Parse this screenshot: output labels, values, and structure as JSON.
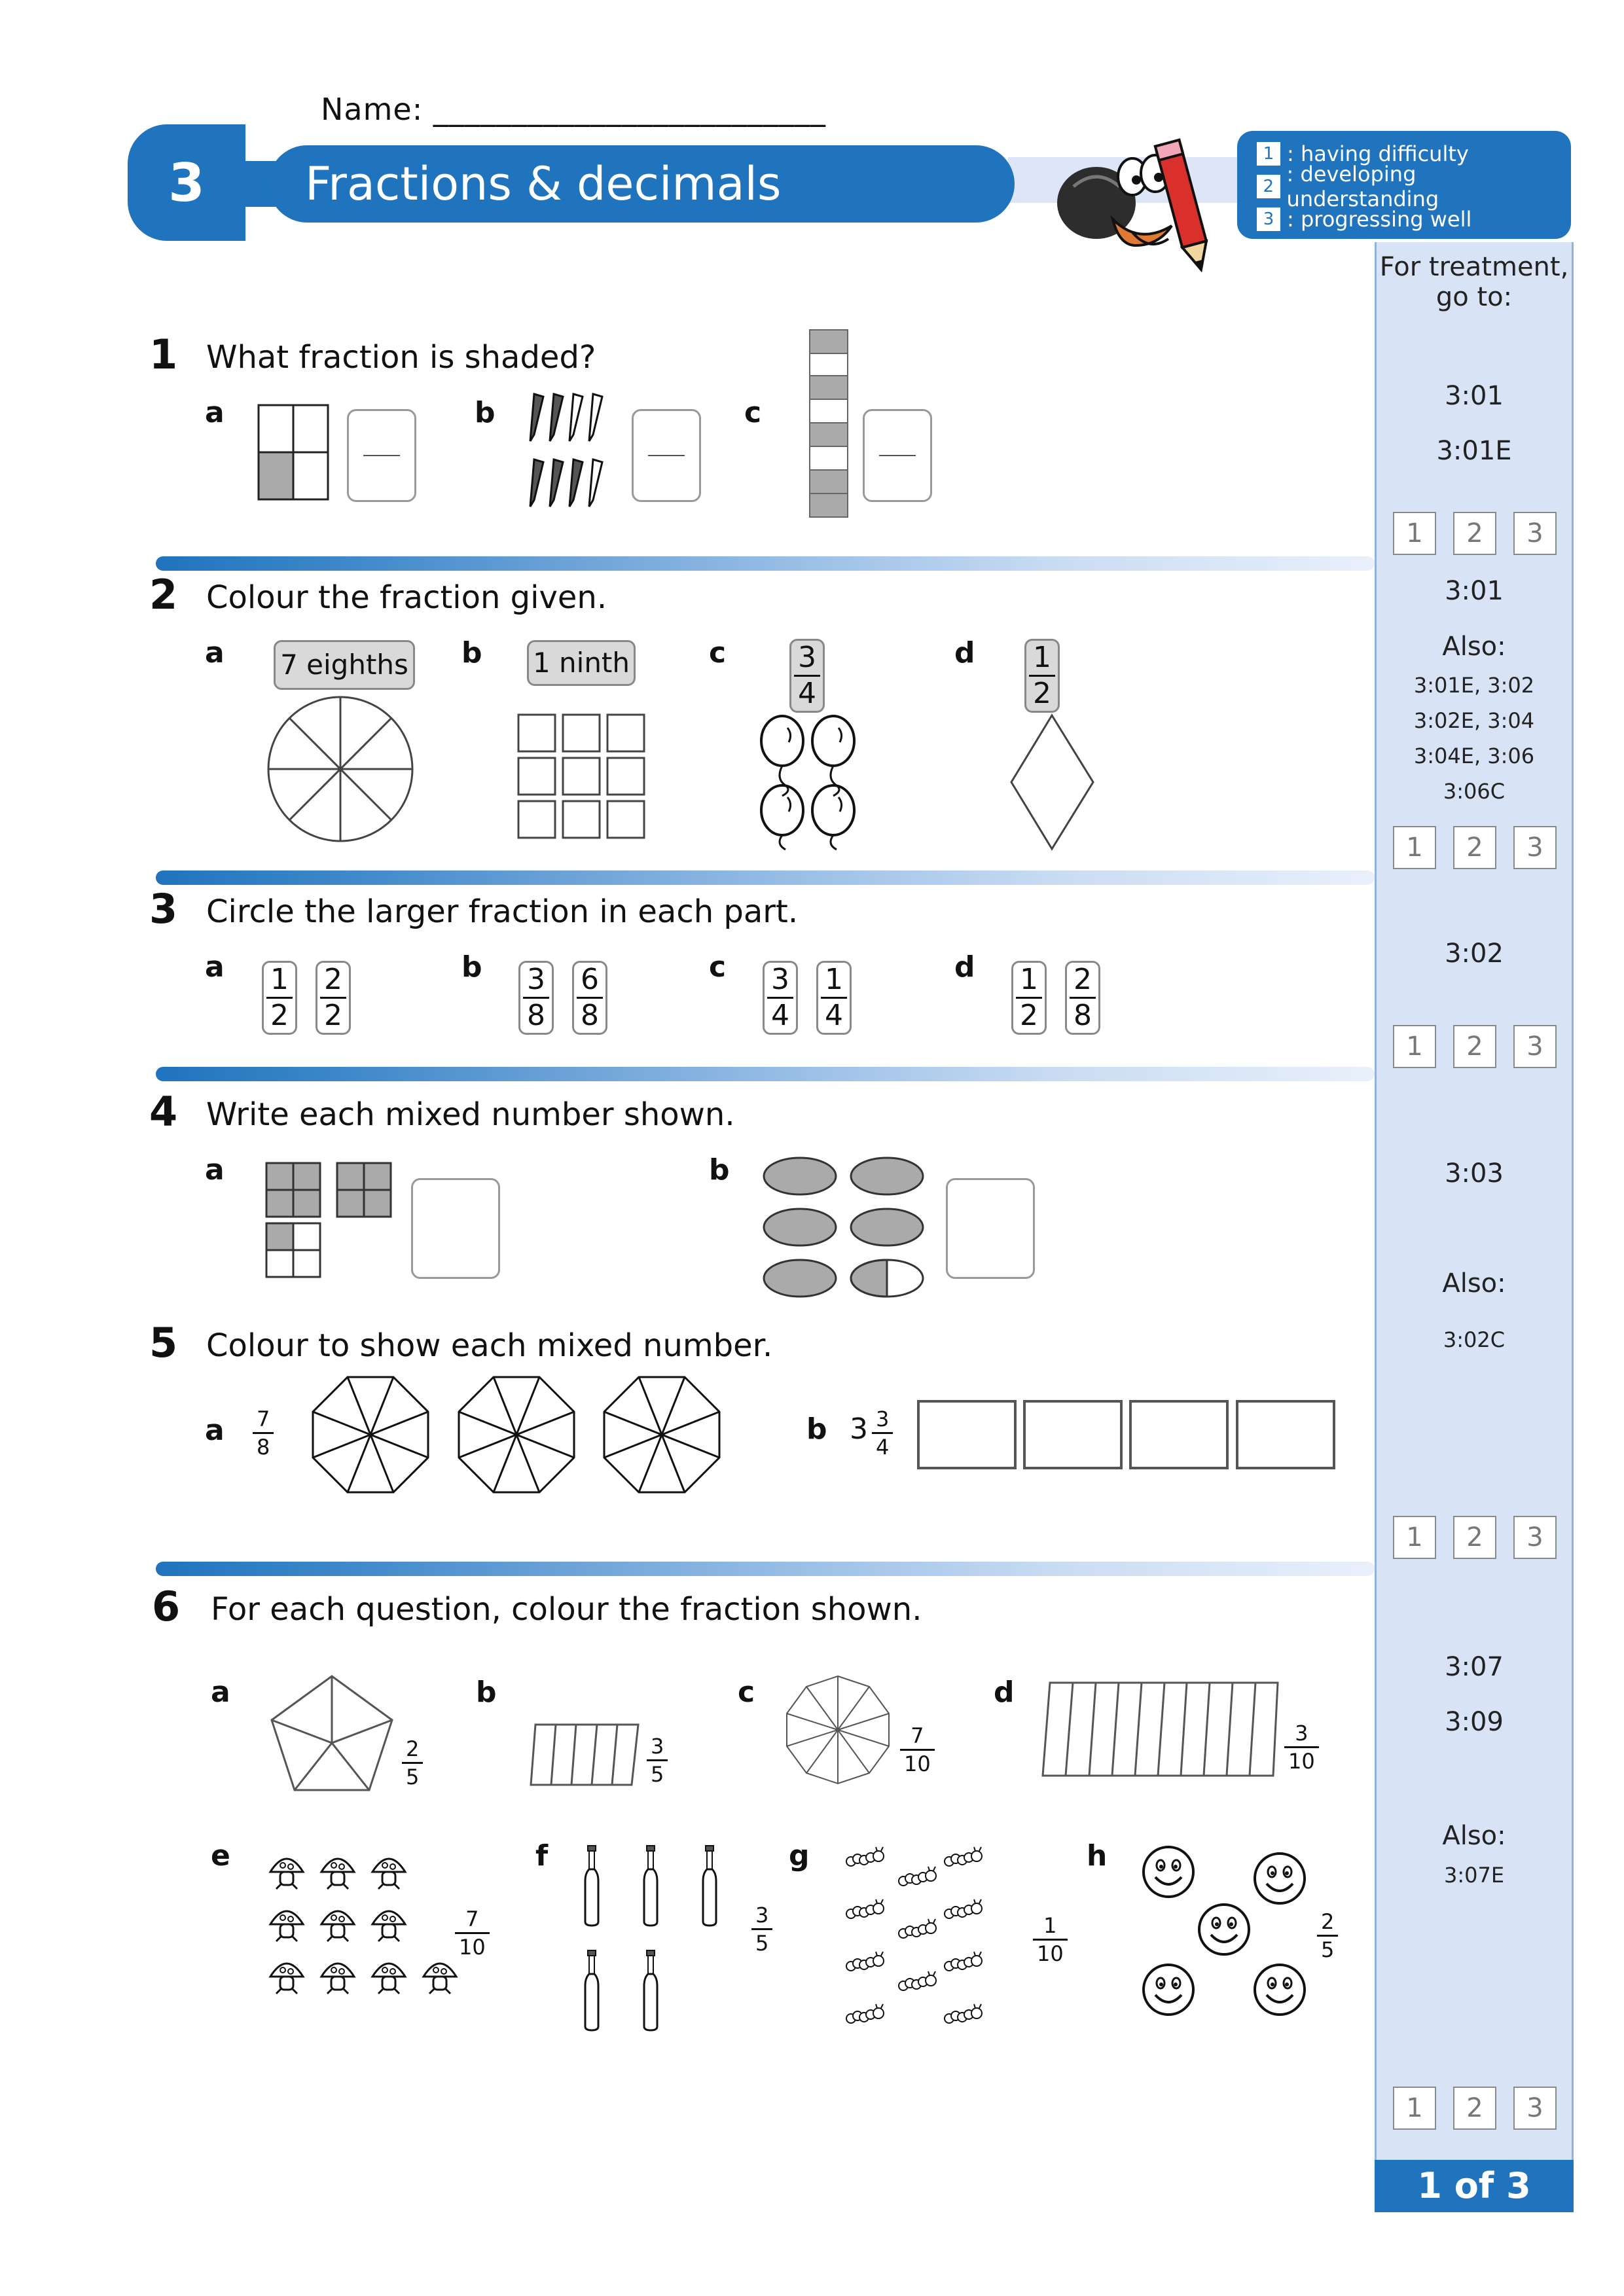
{
  "header": {
    "name_label": "Name: _________________________",
    "unit_number": "3",
    "title": "Fractions & decimals assessment",
    "legend": [
      {
        "key": "1",
        "text": ": having difficulty"
      },
      {
        "key": "2",
        "text": ": developing understanding"
      },
      {
        "key": "3",
        "text": ": progressing well"
      }
    ]
  },
  "sidebar": {
    "heading": "For treatment, go to:",
    "q1": [
      "3:01",
      "3:01E"
    ],
    "q2_main": "3:01",
    "q2_also": "Also:",
    "q2_codes": [
      "3:01E, 3:02",
      "3:02E, 3:04",
      "3:04E, 3:06",
      "3:06C"
    ],
    "q3": "3:02",
    "q45_main": "3:03",
    "q45_also": "Also:",
    "q45_code": "3:02C",
    "q6": [
      "3:07",
      "3:09"
    ],
    "q6_also": "Also:",
    "q6_code": "3:07E",
    "rating": [
      "1",
      "2",
      "3"
    ],
    "page": "1 of 3"
  },
  "questions": {
    "q1": {
      "num": "1",
      "text": "What fraction is shaded?",
      "parts": [
        "a",
        "b",
        "c"
      ]
    },
    "q2": {
      "num": "2",
      "text": "Colour the fraction given.",
      "parts": [
        "a",
        "b",
        "c",
        "d"
      ],
      "given": {
        "a": "7 eighths",
        "b": "1 ninth",
        "c": [
          "3",
          "4"
        ],
        "d": [
          "1",
          "2"
        ]
      }
    },
    "q3": {
      "num": "3",
      "text": "Circle the larger fraction in each part.",
      "parts": [
        "a",
        "b",
        "c",
        "d"
      ],
      "pairs": [
        [
          [
            "1",
            "2"
          ],
          [
            "2",
            "2"
          ]
        ],
        [
          [
            "3",
            "8"
          ],
          [
            "6",
            "8"
          ]
        ],
        [
          [
            "3",
            "4"
          ],
          [
            "1",
            "4"
          ]
        ],
        [
          [
            "1",
            "2"
          ],
          [
            "2",
            "8"
          ]
        ]
      ]
    },
    "q4": {
      "num": "4",
      "text": "Write each mixed number shown.",
      "parts": [
        "a",
        "b"
      ]
    },
    "q5": {
      "num": "5",
      "text": "Colour to show each mixed number.",
      "parts": [
        "a",
        "b"
      ],
      "a": [
        "7",
        "8"
      ],
      "b_whole": "3",
      "b": [
        "3",
        "4"
      ]
    },
    "q6": {
      "num": "6",
      "text": "For each question, colour the fraction shown.",
      "parts": [
        "a",
        "b",
        "c",
        "d",
        "e",
        "f",
        "g",
        "h"
      ],
      "fracs": [
        [
          "2",
          "5"
        ],
        [
          "3",
          "5"
        ],
        [
          "7",
          "10"
        ],
        [
          "3",
          "10"
        ],
        [
          "7",
          "10"
        ],
        [
          "3",
          "5"
        ],
        [
          "1",
          "10"
        ],
        [
          "2",
          "5"
        ]
      ]
    }
  }
}
